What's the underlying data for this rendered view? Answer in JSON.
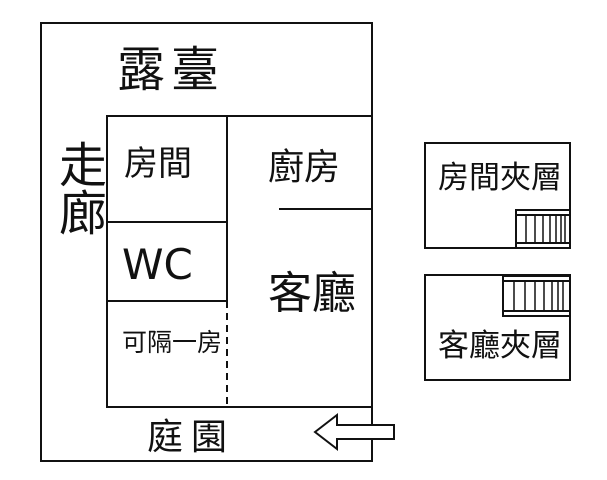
{
  "rooms": {
    "terrace": "露臺",
    "corridor": "走廊",
    "bedroom": "房間",
    "kitchen": "廚房",
    "wc": "WC",
    "living_room": "客廳",
    "optional_room": "可隔一房",
    "garden": "庭園",
    "bedroom_mezzanine": "房間夾層",
    "living_mezzanine": "客廳夾層"
  },
  "colors": {
    "line": "#111111",
    "background": "#ffffff"
  }
}
